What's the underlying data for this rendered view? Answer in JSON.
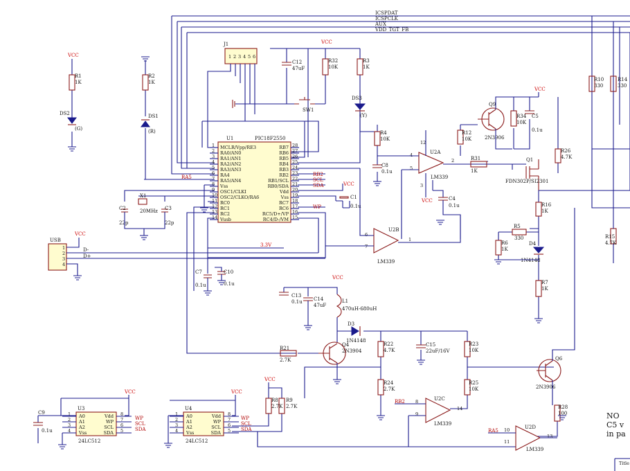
{
  "nets": {
    "icspdat": "ICSPDAT",
    "icspclk": "ICSPCLK",
    "aux": "AUX",
    "vdd_tgt_fb": "VDD_TGT_FB",
    "rb2": "RB2",
    "scl": "SCL",
    "sda": "SDA",
    "wp": "WP",
    "ra5": "RA5",
    "v33": "3.3V",
    "dminus": "D-",
    "dplus": "D+"
  },
  "power": {
    "vcc": "VCC"
  },
  "u1": {
    "ref": "U1",
    "part": "PIC18F2550",
    "left_pins": [
      {
        "num": "1",
        "name": "MCLR/Vpp/RE3"
      },
      {
        "num": "2",
        "name": "RA0/AN0"
      },
      {
        "num": "3",
        "name": "RA1/AN1"
      },
      {
        "num": "4",
        "name": "RA2/AN2"
      },
      {
        "num": "5",
        "name": "RA3/AN3"
      },
      {
        "num": "6",
        "name": "RA4"
      },
      {
        "num": "7",
        "name": "RA5/AN4"
      },
      {
        "num": "8",
        "name": "Vss"
      },
      {
        "num": "9",
        "name": "OSC1/CLKI"
      },
      {
        "num": "10",
        "name": "OSC2/CLKO/RA6"
      },
      {
        "num": "11",
        "name": "RC0"
      },
      {
        "num": "12",
        "name": "RC1"
      },
      {
        "num": "13",
        "name": "RC2"
      },
      {
        "num": "14",
        "name": "Vusb"
      }
    ],
    "right_pins": [
      {
        "num": "28",
        "name": "RB7"
      },
      {
        "num": "27",
        "name": "RB6"
      },
      {
        "num": "26",
        "name": "RB5"
      },
      {
        "num": "25",
        "name": "RB4"
      },
      {
        "num": "24",
        "name": "RB3"
      },
      {
        "num": "23",
        "name": "RB2"
      },
      {
        "num": "22",
        "name": "RB1/SCL"
      },
      {
        "num": "21",
        "name": "RB0/SDA"
      },
      {
        "num": "20",
        "name": "Vdd"
      },
      {
        "num": "19",
        "name": "Vss"
      },
      {
        "num": "18",
        "name": "RC7"
      },
      {
        "num": "17",
        "name": "RC6"
      },
      {
        "num": "16",
        "name": "RC5/D+/VP"
      },
      {
        "num": "15",
        "name": "RC4/D-/VM"
      }
    ]
  },
  "j1": {
    "ref": "J1",
    "pins": [
      "1",
      "2",
      "3",
      "4",
      "5",
      "6"
    ]
  },
  "usb": {
    "ref": "USB",
    "pins": [
      "1",
      "2",
      "3",
      "4"
    ]
  },
  "eeprom": {
    "u3": {
      "ref": "U3",
      "part": "24LC512"
    },
    "u4": {
      "ref": "U4",
      "part": "24LC512"
    },
    "left_names": [
      "A0",
      "A1",
      "A2",
      "Vss"
    ],
    "right_names": [
      "Vdd",
      "WP",
      "SCL",
      "SDA"
    ],
    "left_nums": [
      "1",
      "2",
      "3",
      "4"
    ],
    "right_nums": [
      "8",
      "7",
      "6",
      "5"
    ]
  },
  "comparators": {
    "u2a": {
      "ref": "U2A",
      "part": "LM339",
      "pins": [
        "4",
        "5",
        "2",
        "12",
        "3"
      ]
    },
    "u2b": {
      "ref": "U2B",
      "part": "LM339",
      "pins": [
        "6",
        "7",
        "1"
      ]
    },
    "u2c": {
      "ref": "U2C",
      "part": "LM339",
      "pins": [
        "8",
        "9",
        "14"
      ]
    },
    "u2d": {
      "ref": "U2D",
      "part": "LM339",
      "pins": [
        "10",
        "11",
        "13"
      ]
    }
  },
  "resistors": {
    "r1": {
      "ref": "R1",
      "value": "1K"
    },
    "r2": {
      "ref": "R2",
      "value": "1K"
    },
    "r3": {
      "ref": "R3",
      "value": "1K"
    },
    "r4": {
      "ref": "R4",
      "value": "10K"
    },
    "r5": {
      "ref": "R5",
      "value": "330"
    },
    "r6": {
      "ref": "R6",
      "value": "1K"
    },
    "r7": {
      "ref": "R7",
      "value": "1K"
    },
    "r8": {
      "ref": "R8",
      "value": "2.7K"
    },
    "r9": {
      "ref": "R9",
      "value": "2.7K"
    },
    "r10": {
      "ref": "R10",
      "value": "330"
    },
    "r12": {
      "ref": "R12",
      "value": "10K"
    },
    "r14": {
      "ref": "R14",
      "value": "330"
    },
    "r15": {
      "ref": "R15",
      "value": "4.7K"
    },
    "r16": {
      "ref": "R16",
      "value": "1K"
    },
    "r21": {
      "ref": "R21",
      "value": "2.7K"
    },
    "r22": {
      "ref": "R22",
      "value": "4.7K"
    },
    "r23": {
      "ref": "R23",
      "value": "10K"
    },
    "r24": {
      "ref": "R24",
      "value": "2.7K"
    },
    "r25": {
      "ref": "R25",
      "value": "10K"
    },
    "r26": {
      "ref": "R26",
      "value": "4.7K"
    },
    "r28": {
      "ref": "R28",
      "value": "100"
    },
    "r31": {
      "ref": "R31",
      "value": "1K"
    },
    "r32": {
      "ref": "R32",
      "value": "10K"
    },
    "r34": {
      "ref": "R34",
      "value": "10K"
    }
  },
  "capacitors": {
    "c1": {
      "ref": "C1",
      "value": "0.1u"
    },
    "c2": {
      "ref": "C2",
      "value": "22p"
    },
    "c3": {
      "ref": "C3",
      "value": "22p"
    },
    "c4": {
      "ref": "C4",
      "value": "0.1u"
    },
    "c5": {
      "ref": "C5",
      "value": "0.1u"
    },
    "c7": {
      "ref": "C7",
      "value": "0.1u"
    },
    "c8": {
      "ref": "C8",
      "value": "0.1u"
    },
    "c9": {
      "ref": "C9",
      "value": "0.1u"
    },
    "c10": {
      "ref": "C10",
      "value": "0.1u"
    },
    "c12": {
      "ref": "C12",
      "value": "47uF"
    },
    "c13": {
      "ref": "C13",
      "value": "0.1u"
    },
    "c14": {
      "ref": "C14",
      "value": "47uF"
    },
    "c15": {
      "ref": "C15",
      "value": "22uF/16V"
    }
  },
  "semis": {
    "ds1": {
      "ref": "DS1",
      "color": "(R)"
    },
    "ds2": {
      "ref": "DS2",
      "color": "(G)"
    },
    "ds3": {
      "ref": "DS3",
      "color": "(Y)"
    },
    "d3": {
      "ref": "D3",
      "part": "1N4148"
    },
    "d4": {
      "ref": "D4",
      "part": "1N4148"
    },
    "q1": {
      "ref": "Q1",
      "part": "FDN302P/SI2301"
    },
    "q4": {
      "ref": "Q4",
      "part": "2N3904"
    },
    "q6": {
      "ref": "Q6",
      "part": "2N3906"
    },
    "q9": {
      "ref": "Q9",
      "part": "2N3906"
    }
  },
  "misc": {
    "x1": {
      "ref": "X1",
      "value": "20MHz"
    },
    "l1": {
      "ref": "L1",
      "value": "470uH-680uH"
    },
    "sw1": {
      "ref": "SW1"
    }
  },
  "notes": {
    "note_line1": "NO",
    "note_line2": "C5 v",
    "note_line3": "in pa",
    "title_label": "Title"
  }
}
